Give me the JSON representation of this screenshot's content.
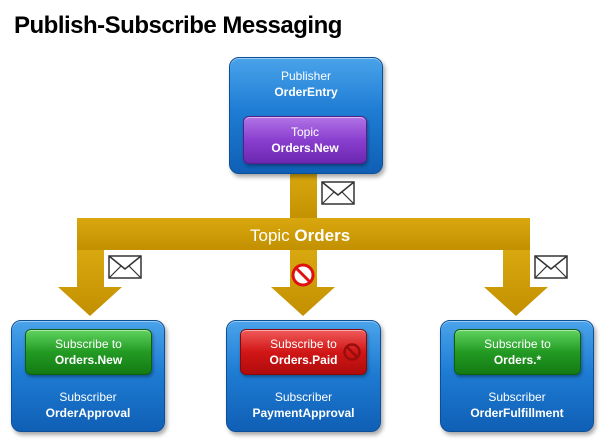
{
  "title": "Publish-Subscribe Messaging",
  "publisher": {
    "role": "Publisher",
    "name": "OrderEntry",
    "topic_label": "Topic",
    "topic_name": "Orders.New"
  },
  "bus": {
    "prefix": "Topic",
    "name": "Orders",
    "color": "#cc9900"
  },
  "subscribers": [
    {
      "subscribe_label": "Subscribe to",
      "subscribe_topic": "Orders.New",
      "role": "Subscriber",
      "name": "OrderApproval",
      "state": "match",
      "color": "#1f9a1f",
      "message": "envelope-icon"
    },
    {
      "subscribe_label": "Subscribe to",
      "subscribe_topic": "Orders.Paid",
      "role": "Subscriber",
      "name": "PaymentApproval",
      "state": "blocked",
      "color": "#d11616",
      "message": "no-entry-icon"
    },
    {
      "subscribe_label": "Subscribe to",
      "subscribe_topic": "Orders.*",
      "role": "Subscriber",
      "name": "OrderFulfillment",
      "state": "match",
      "color": "#1f9a1f",
      "message": "envelope-icon"
    }
  ],
  "colors": {
    "box_blue": "#1f7dd4",
    "topic_purple": "#8a3fcf",
    "arrow_gold": "#cc9900"
  }
}
